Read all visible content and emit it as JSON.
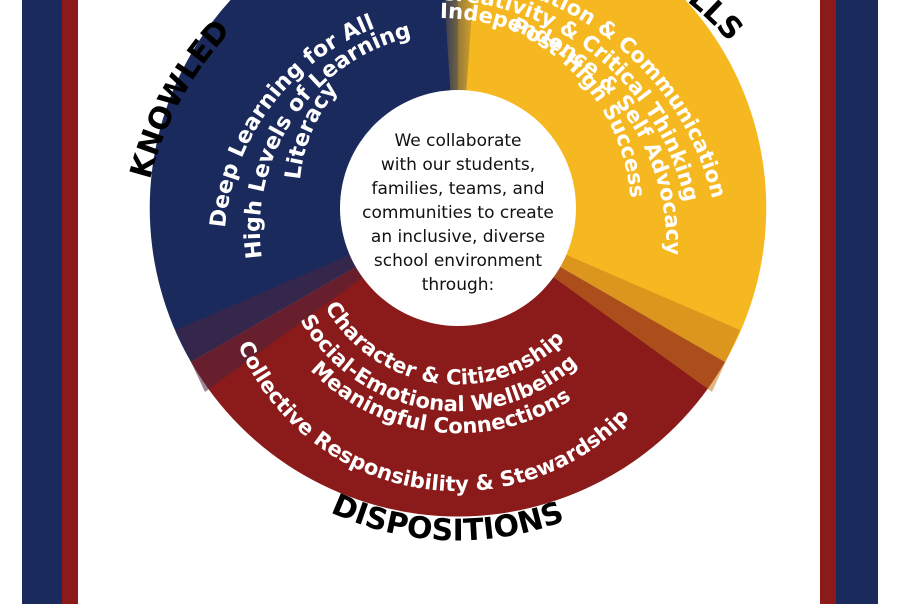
{
  "colors": {
    "navy": "#1b2a5c",
    "red": "#8b1a1a",
    "gold": "#f5b820",
    "frame_dark": "#1b2a5c",
    "frame_red": "#8b1a1a",
    "white": "#ffffff",
    "black": "#000000"
  },
  "labels": {
    "knowledge": "KNOWLED",
    "skills": "SKILLS",
    "dispositions": "DISPOSITIONS"
  },
  "knowledge_items": [
    "Deep Learning for All",
    "High Levels of Learning",
    "Literacy"
  ],
  "skills_items": [
    "Collaboration & Communication",
    "Creativity & Critical Thinking",
    "Independence & Self Advocacy",
    "Post-High Success"
  ],
  "dispositions_items": [
    "Character & Citizenship",
    "Social-Emotional Wellbeing",
    "Meaningful Connections",
    "Collective Responsibility & Stewardship"
  ],
  "center_lines": [
    "We collaborate",
    "with our students,",
    "families, teams, and",
    "communities to create",
    "an inclusive, diverse",
    "school environment",
    "through:"
  ]
}
